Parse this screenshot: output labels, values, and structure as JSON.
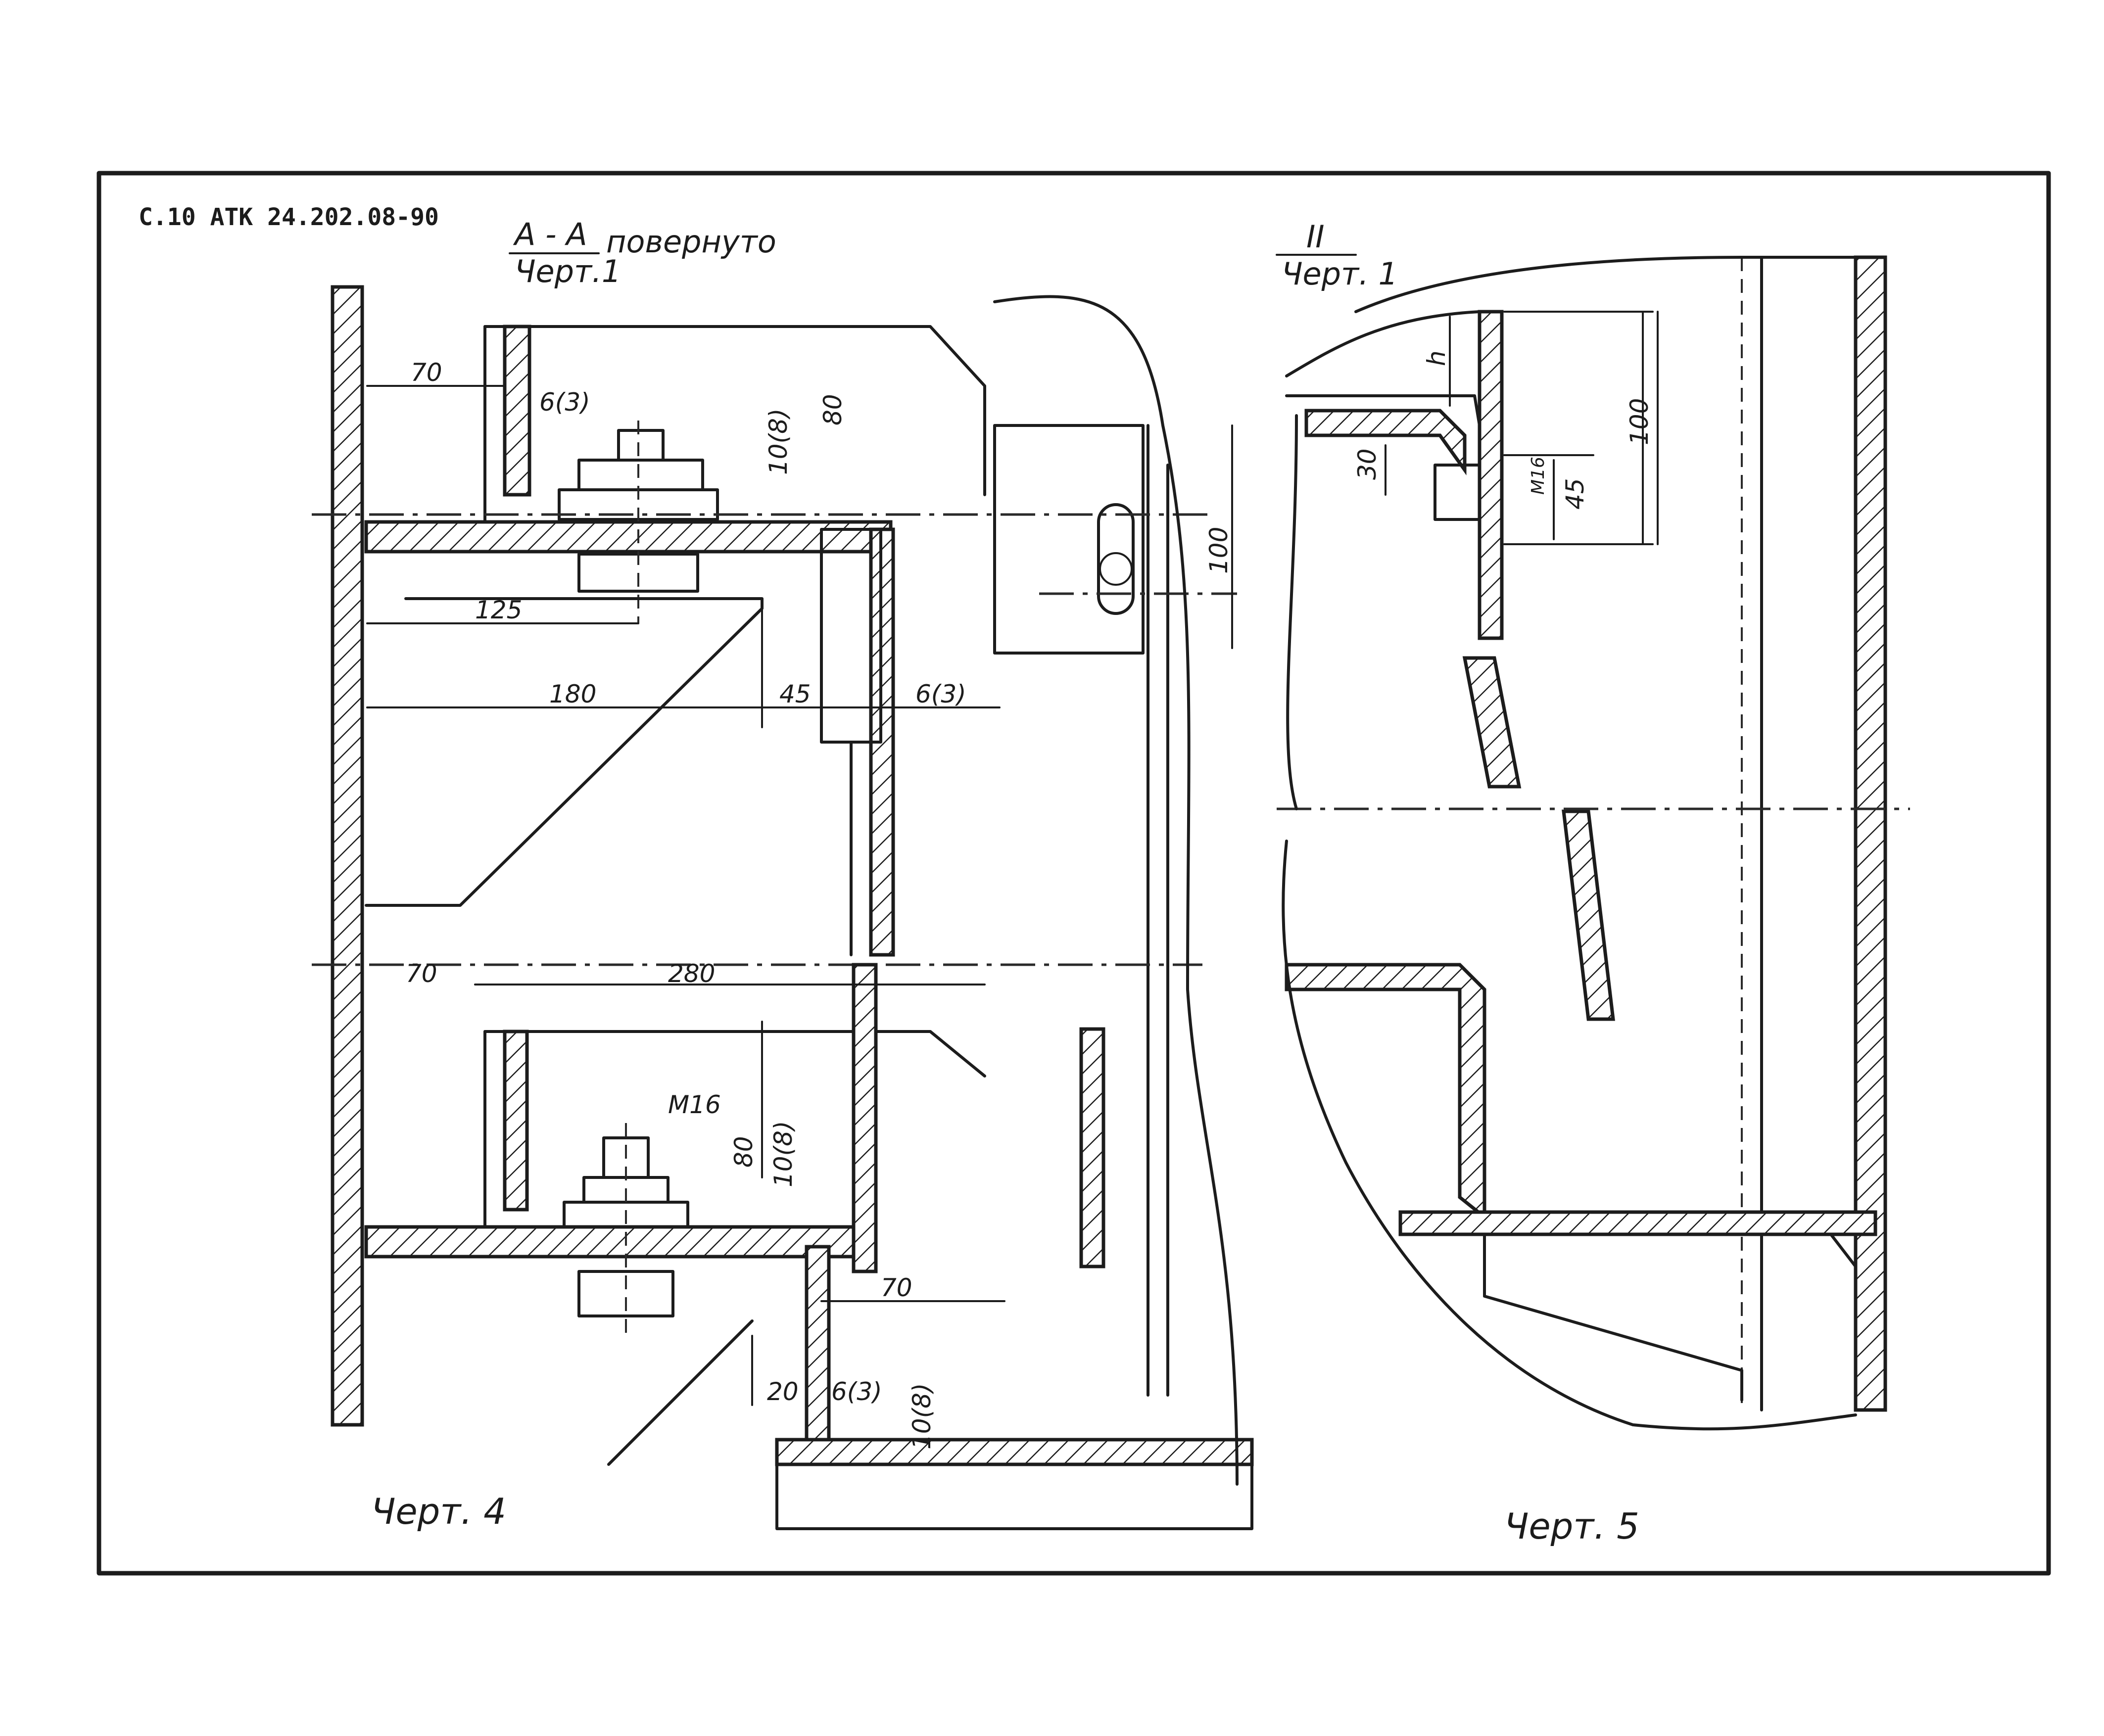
{
  "doc_code": "С.10 АТК 24.202.08-90",
  "figure4": {
    "section_label": "А - А",
    "section_ref": "Черт.1",
    "section_note": "повернуто",
    "caption": "Черт. 4",
    "dims": {
      "d70_top": "70",
      "d6_3_a": "6(3)",
      "d80_top": "80",
      "d10_8_top": "10(8)",
      "d100": "100",
      "d125": "125",
      "d180": "180",
      "d45": "45",
      "d6_3_b": "6(3)",
      "d70_mid": "70",
      "d280": "280",
      "dM16": "M16",
      "d80_bot": "80",
      "d10_8_bot": "10(8)",
      "d70_bot": "70",
      "d20": "20",
      "d6_3_c": "6(3)",
      "d10_8_c": "10(8)"
    }
  },
  "figure5": {
    "section_label": "II",
    "section_ref": "Черт. 1",
    "caption": "Черт. 5",
    "dims": {
      "h": "h",
      "d100": "100",
      "d30": "30",
      "d45": "45",
      "d_small": "M16"
    }
  }
}
